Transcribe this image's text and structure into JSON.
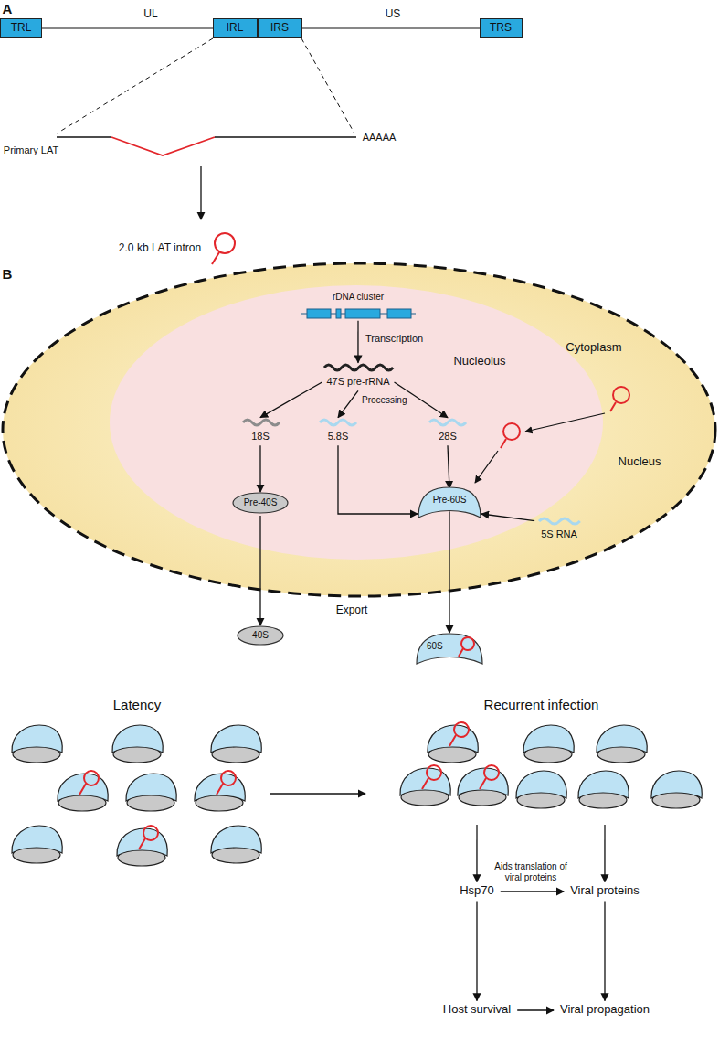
{
  "diagram": {
    "nodes": [
      {
        "text": [
          "TRL"
        ]
      },
      {
        "text": [
          "IRL"
        ]
      },
      {
        "text": [
          "IRS"
        ]
      },
      {
        "text": [
          "TRS"
        ]
      },
      {
        "text": [
          "rDNA cluster"
        ]
      },
      {
        "text": [
          "47S pre-rRNA"
        ]
      },
      {
        "text": [
          "18S"
        ]
      },
      {
        "text": [
          "5.8S"
        ]
      },
      {
        "text": [
          "28S"
        ]
      },
      {
        "text": [
          "Pre-40S"
        ]
      },
      {
        "text": [
          "Pre-60S"
        ]
      },
      {
        "text": [
          "5S RNA"
        ]
      },
      {
        "text": [
          "40S"
        ]
      },
      {
        "text": [
          "60S"
        ]
      },
      {
        "text": [
          "Latency"
        ]
      },
      {
        "text": [
          "Recurrent infection"
        ]
      },
      {
        "text": [
          "Hsp70"
        ]
      },
      {
        "text": [
          "Viral proteins"
        ]
      },
      {
        "text": [
          "Host survival"
        ]
      },
      {
        "text": [
          "Viral propagation"
        ]
      }
    ],
    "edges": [
      {
        "from": 4,
        "to": 5,
        "arrow": "to",
        "label": "Transcription"
      },
      {
        "from": 5,
        "to": 6,
        "arrow": "to"
      },
      {
        "from": 5,
        "to": 7,
        "arrow": "to",
        "label": "Processing"
      },
      {
        "from": 5,
        "to": 8,
        "arrow": "to"
      },
      {
        "from": 6,
        "to": 9,
        "arrow": "to"
      },
      {
        "from": 7,
        "to": 10,
        "arrow": "to"
      },
      {
        "from": 8,
        "to": 10,
        "arrow": "to"
      },
      {
        "from": 11,
        "to": 10,
        "arrow": "to"
      },
      {
        "from": 9,
        "to": 12,
        "arrow": "to"
      },
      {
        "from": 10,
        "to": 13,
        "arrow": "to"
      },
      {
        "from": 14,
        "to": 15,
        "arrow": "to"
      },
      {
        "from": 15,
        "to": 16,
        "arrow": "to"
      },
      {
        "from": 15,
        "to": 17,
        "arrow": "to"
      },
      {
        "from": 16,
        "to": 17,
        "arrow": "to",
        "label": "Aids translation of viral proteins"
      },
      {
        "from": 16,
        "to": 18,
        "arrow": "to"
      },
      {
        "from": 17,
        "to": 19,
        "arrow": "to"
      },
      {
        "from": 18,
        "to": 19,
        "arrow": "to"
      }
    ],
    "labels": [
      "A",
      "UL",
      "US",
      "Primary LAT",
      "AAAAA",
      "2.0 kb LAT intron",
      "B",
      "Cytoplasm",
      "Nucleolus",
      "Nucleus",
      "Export"
    ]
  }
}
